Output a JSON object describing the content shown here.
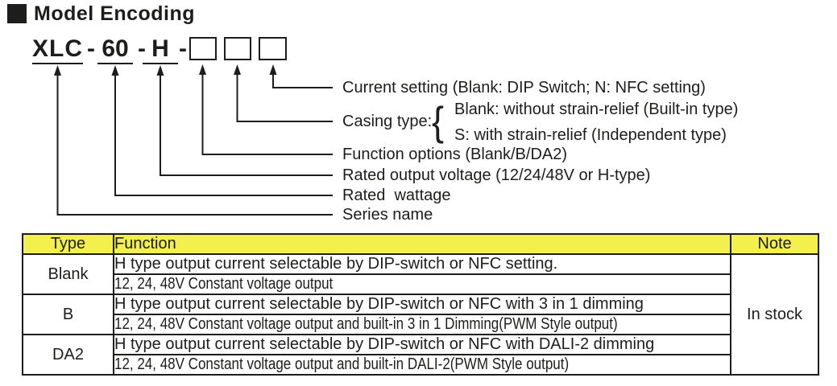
{
  "title": "Model Encoding",
  "diagram": {
    "code": {
      "series": "XLC",
      "dash1": "-",
      "wattage": "60",
      "dash2": "-",
      "voltage": "H",
      "dash3": "-"
    },
    "labels": {
      "current_setting": "Current setting (Blank: DIP Switch; N: NFC setting)",
      "casing_type": "Casing type:",
      "casing_brace": "{",
      "casing_option_blank": "Blank: without strain-relief (Built-in type)",
      "casing_option_s": "S: with strain-relief (Independent type)",
      "function_options": "Function options (Blank/B/DA2)",
      "rated_output_voltage": "Rated output voltage (12/24/48V or H-type)",
      "rated_wattage": "Rated  wattage",
      "series_name": "Series name"
    }
  },
  "table": {
    "headers": {
      "type": "Type",
      "function": "Function",
      "note": "Note"
    },
    "groups": [
      {
        "type": "Blank",
        "rows": [
          "H type output current selectable by DIP-switch or NFC setting.",
          "12, 24, 48V Constant voltage output"
        ]
      },
      {
        "type": "B",
        "rows": [
          "H type output current selectable by DIP-switch or NFC with 3 in 1 dimming",
          "12, 24, 48V Constant voltage output and built-in 3 in 1 Dimming(PWM Style output)"
        ]
      },
      {
        "type": "DA2",
        "rows": [
          "H type output current selectable by DIP-switch or NFC with DALI-2 dimming",
          "12, 24, 48V Constant voltage output and built-in DALI-2(PWM Style output)"
        ]
      }
    ],
    "note": "In stock"
  },
  "colors": {
    "header_bg": "#F3EF4D",
    "ink": "#1D1D1B"
  }
}
